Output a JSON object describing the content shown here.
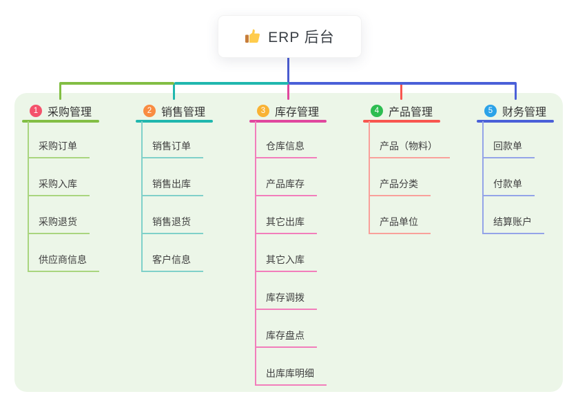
{
  "root": {
    "label": "ERP 后台",
    "icon": "thumbs-up-icon"
  },
  "colors": {
    "panel_bg": "#ecf6e8",
    "root_line": "#4a5cd0",
    "root_text": "#3b4046",
    "title_text": "#333333",
    "child_text": "#3f3f3f"
  },
  "branches": [
    {
      "index": "1",
      "title": "采购管理",
      "color": "#82be44",
      "light_color": "#a9d57e",
      "badge_color": "#f4526b",
      "children": [
        "采购订单",
        "采购入库",
        "采购退货",
        "供应商信息"
      ]
    },
    {
      "index": "2",
      "title": "销售管理",
      "color": "#20b7ae",
      "light_color": "#7fd0c9",
      "badge_color": "#f98c42",
      "children": [
        "销售订单",
        "销售出库",
        "销售退货",
        "客户信息"
      ]
    },
    {
      "index": "3",
      "title": "库存管理",
      "color": "#e0479e",
      "light_color": "#f27dbb",
      "badge_color": "#f9b234",
      "children": [
        "仓库信息",
        "产品库存",
        "其它出库",
        "其它入库",
        "库存调拨",
        "库存盘点",
        "出库库明细"
      ]
    },
    {
      "index": "4",
      "title": "产品管理",
      "color": "#f8564f",
      "light_color": "#f9a09a",
      "badge_color": "#2dbd51",
      "children": [
        "产品（物料）",
        "产品分类",
        "产品单位"
      ]
    },
    {
      "index": "5",
      "title": "财务管理",
      "color": "#4a60d8",
      "light_color": "#93a3e8",
      "badge_color": "#2ba2e8",
      "children": [
        "回款单",
        "付款单",
        "结算账户"
      ]
    }
  ]
}
